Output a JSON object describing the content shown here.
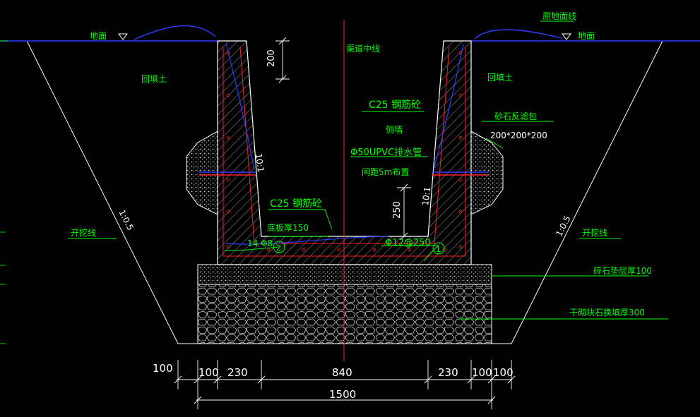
{
  "colors": {
    "background": "#000000",
    "concrete_outline": "#FFFFFF",
    "rebar": "#FF2020",
    "earth_line": "#2A3CFF",
    "centerline": "#FF2020",
    "label": "#00FF00",
    "dimension_text": "#FFFFFF",
    "leader": "#00FF00",
    "gravel": "#CCCCCC"
  },
  "labels": {
    "ground_left": "地面",
    "ground_right": "地面",
    "original_ground": "原地面线",
    "canal_centerline": "渠道中线",
    "backfill_left": "回填土",
    "backfill_right": "回填土",
    "wall_concrete": "C25 钢筋砼",
    "side_wall": "侧墙",
    "filter_pack": "砂石反滤包",
    "filter_size": "200*200*200",
    "drain_pipe": "Φ50UPVC排水管",
    "drain_spacing": "间距5m布置",
    "slope_wall_left": "10:1",
    "slope_wall_right": "10:1",
    "base_concrete": "C25 钢筋砼",
    "base_thickness": "底板厚150",
    "rebar_2": "14 Φ8",
    "rebar_1": "Φ12@250",
    "marker_1": "1",
    "marker_2": "2",
    "excavation_left": "开挖线",
    "excavation_right": "开挖线",
    "slope_exc_left": "1:0.5",
    "slope_exc_right": "1:0.5",
    "gravel_cushion": "碎石垫层厚100",
    "rubble_fill": "干砌块石换填厚300"
  },
  "dimensions": {
    "top_height": "200",
    "bottom_height": "250",
    "d_100_left_outer": "100",
    "d_100_left": "100",
    "d_230_left": "230",
    "d_840": "840",
    "d_230_right": "230",
    "d_100_right": "100",
    "d_100_right_outer": "100",
    "d_total": "1500"
  }
}
